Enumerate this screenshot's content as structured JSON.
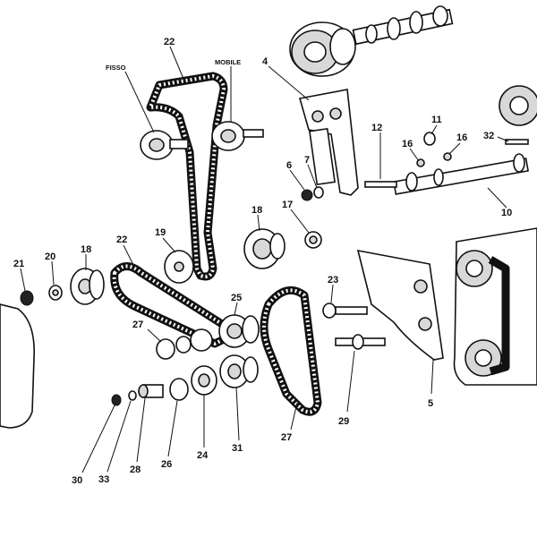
{
  "diagram": {
    "callouts": {
      "c22_top": "22",
      "fisso": "FISSO",
      "mobile": "MOBILE",
      "c4": "4",
      "c11": "11",
      "c12": "12",
      "c16a": "16",
      "c16b": "16",
      "c32": "32",
      "c6": "6",
      "c7": "7",
      "c10": "10",
      "c17": "17",
      "c18_center": "18",
      "c19": "19",
      "c22_left": "22",
      "c21": "21",
      "c20": "20",
      "c18_left": "18",
      "c23": "23",
      "c25": "25",
      "c27_left": "27",
      "c27_bottom": "27",
      "c5": "5",
      "c29": "29",
      "c24": "24",
      "c31": "31",
      "c26": "26",
      "c28": "28",
      "c33": "33",
      "c30": "30"
    }
  }
}
